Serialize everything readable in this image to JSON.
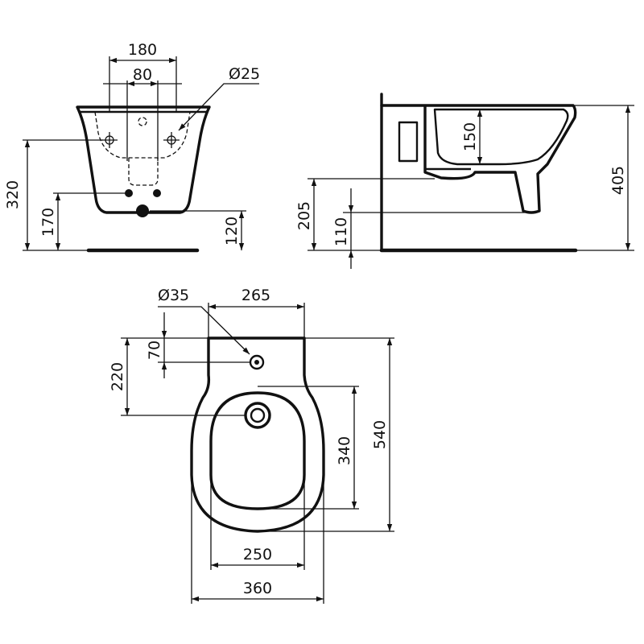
{
  "front_view": {
    "dim_180": "180",
    "dim_80": "80",
    "dim_d25": "Ø25",
    "dim_320": "320",
    "dim_170": "170",
    "dim_120": "120"
  },
  "side_view": {
    "dim_150": "150",
    "dim_405": "405",
    "dim_205": "205",
    "dim_110": "110"
  },
  "top_view": {
    "dim_d35": "Ø35",
    "dim_265": "265",
    "dim_70": "70",
    "dim_220": "220",
    "dim_340": "340",
    "dim_540": "540",
    "dim_250": "250",
    "dim_360": "360"
  }
}
